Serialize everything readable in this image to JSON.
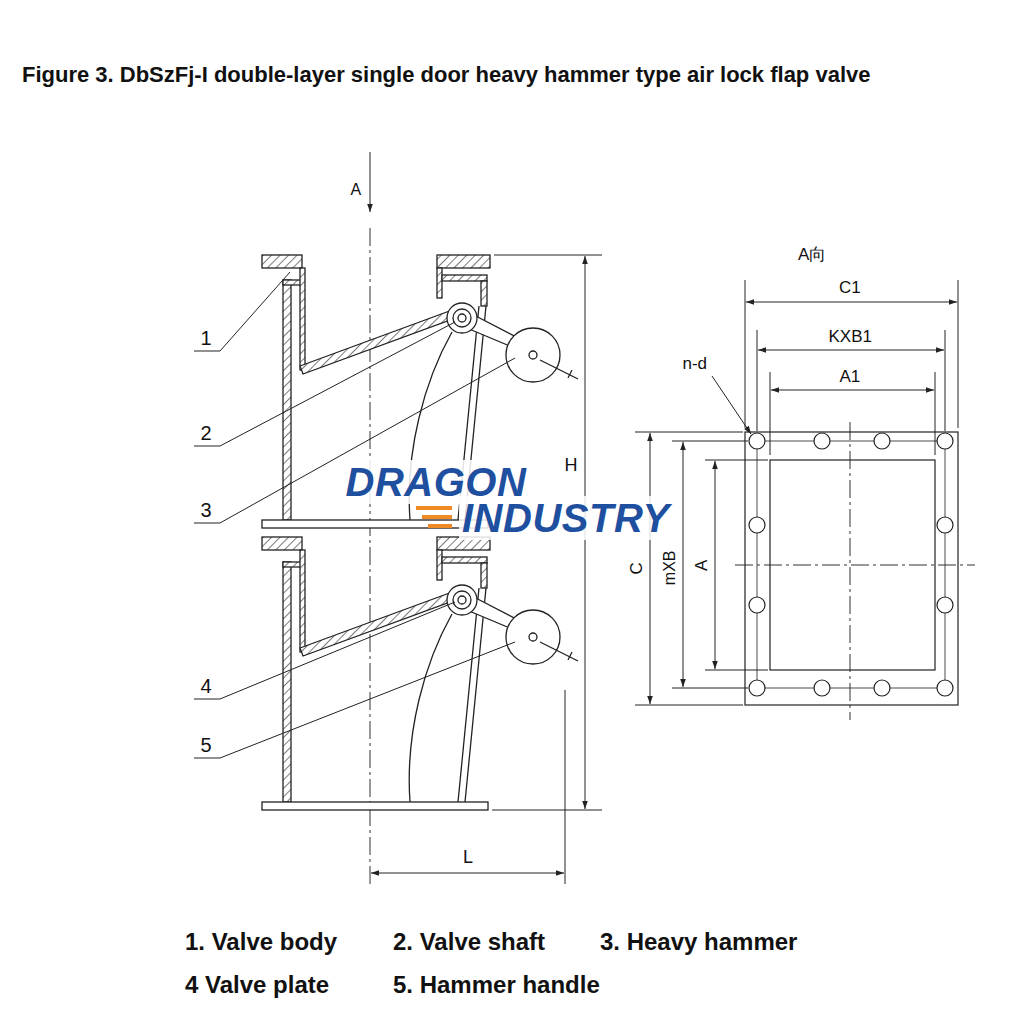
{
  "diagram": {
    "title": "Figure 3. DbSzFj-I double-layer single door heavy hammer type air lock flap valve",
    "labels": [
      "A",
      "1",
      "2",
      "3",
      "H",
      "4",
      "5",
      "L",
      "A向",
      "C1",
      "KXB1",
      "A1",
      "n-d",
      "C",
      "mXB",
      "A",
      "DRAGON",
      "INDUSTRY",
      "1. Valve body",
      "2. Valve shaft",
      "3. Heavy hammer",
      "4 Valve plate",
      "5. Hammer handle"
    ]
  }
}
